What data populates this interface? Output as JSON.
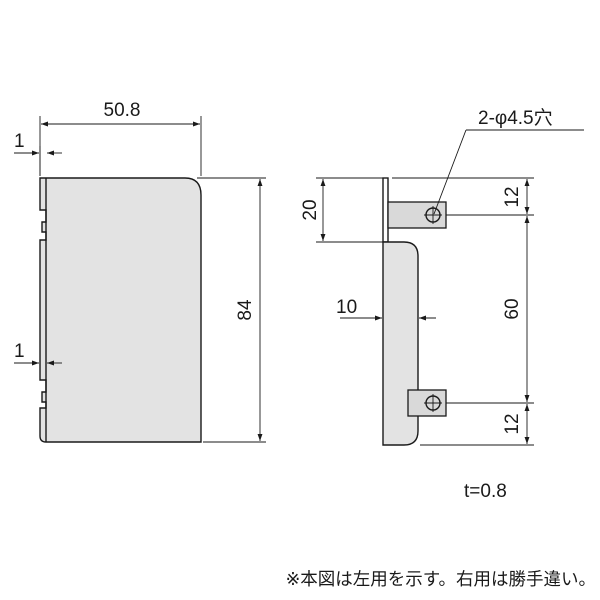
{
  "front_view": {
    "width_label": "50.8",
    "height_label": "84",
    "top_flange_label": "1",
    "lower_flange_label": "1"
  },
  "side_view": {
    "hole_callout": "2-φ4.5穴",
    "top_offset_label": "20",
    "thickness_label": "10",
    "top_hole_label": "12",
    "pitch_label": "60",
    "bottom_hole_label": "12"
  },
  "material": {
    "thickness_note": "t=0.8"
  },
  "footnote": "※本図は左用を示す。右用は勝手違い。",
  "colors": {
    "line": "#1a1a1a",
    "plate_fill": "#e3e3e3"
  }
}
